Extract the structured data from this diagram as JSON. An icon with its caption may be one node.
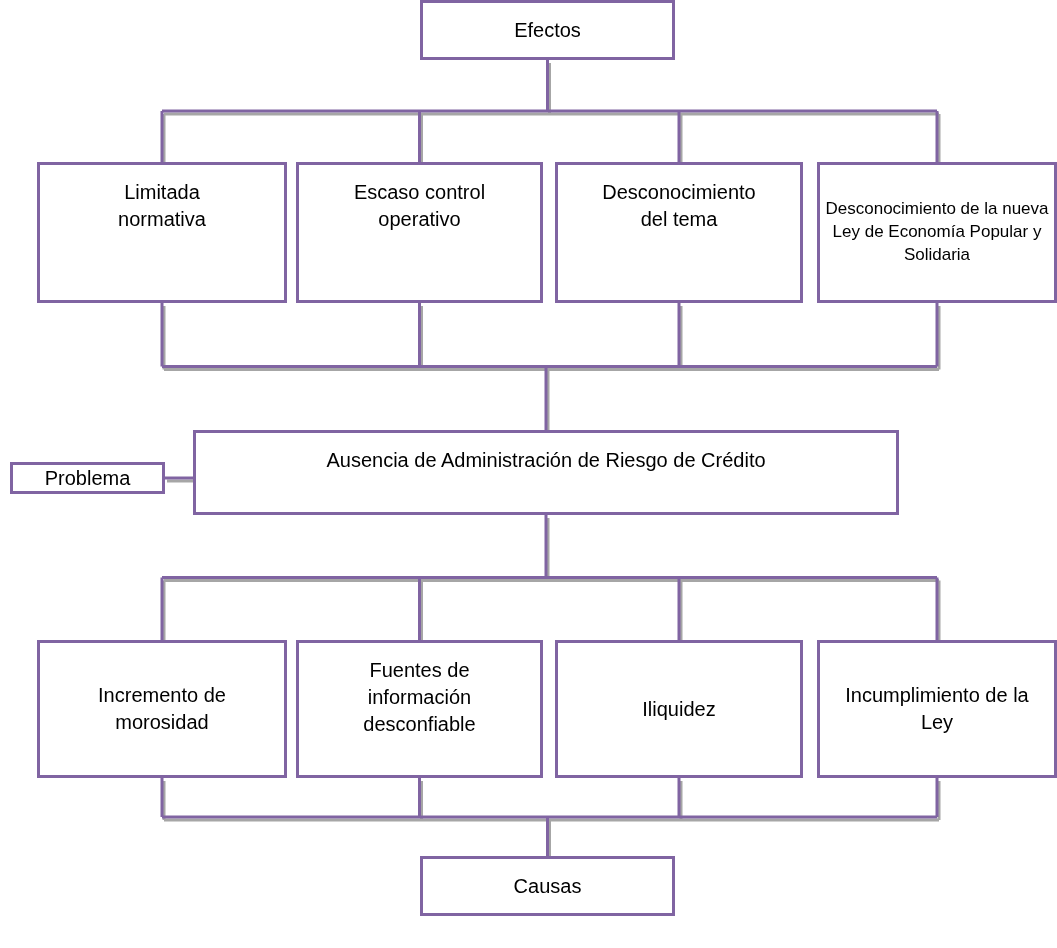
{
  "diagram": {
    "nodes": [
      {
        "text": [
          "Efectos"
        ]
      },
      {
        "text": [
          "Limitada normativa"
        ]
      },
      {
        "text": [
          "Escaso control operativo"
        ]
      },
      {
        "text": [
          "Desconocimiento del tema"
        ]
      },
      {
        "text": [
          "Desconocimiento de la nueva Ley de Economía Popular y Solidaria"
        ]
      },
      {
        "text": [
          "Problema"
        ]
      },
      {
        "text": [
          "Ausencia de Administración de Riesgo de Crédito"
        ]
      },
      {
        "text": [
          "Incremento de morosidad"
        ]
      },
      {
        "text": [
          "Fuentes de información desconfiable"
        ]
      },
      {
        "text": [
          "Iliquidez"
        ]
      },
      {
        "text": [
          "Incumplimiento de la Ley"
        ]
      },
      {
        "text": [
          "Causas"
        ]
      }
    ],
    "edges": [
      {
        "from": 0,
        "to": 1,
        "arrow": "none"
      },
      {
        "from": 0,
        "to": 2,
        "arrow": "none"
      },
      {
        "from": 0,
        "to": 3,
        "arrow": "none"
      },
      {
        "from": 0,
        "to": 4,
        "arrow": "none"
      },
      {
        "from": 1,
        "to": 6,
        "arrow": "none"
      },
      {
        "from": 2,
        "to": 6,
        "arrow": "none"
      },
      {
        "from": 3,
        "to": 6,
        "arrow": "none"
      },
      {
        "from": 4,
        "to": 6,
        "arrow": "none"
      },
      {
        "from": 5,
        "to": 6,
        "arrow": "none"
      },
      {
        "from": 6,
        "to": 7,
        "arrow": "none"
      },
      {
        "from": 6,
        "to": 8,
        "arrow": "none"
      },
      {
        "from": 6,
        "to": 9,
        "arrow": "none"
      },
      {
        "from": 6,
        "to": 10,
        "arrow": "none"
      },
      {
        "from": 7,
        "to": 11,
        "arrow": "none"
      },
      {
        "from": 8,
        "to": 11,
        "arrow": "none"
      },
      {
        "from": 9,
        "to": 11,
        "arrow": "none"
      },
      {
        "from": 10,
        "to": 11,
        "arrow": "none"
      }
    ]
  }
}
